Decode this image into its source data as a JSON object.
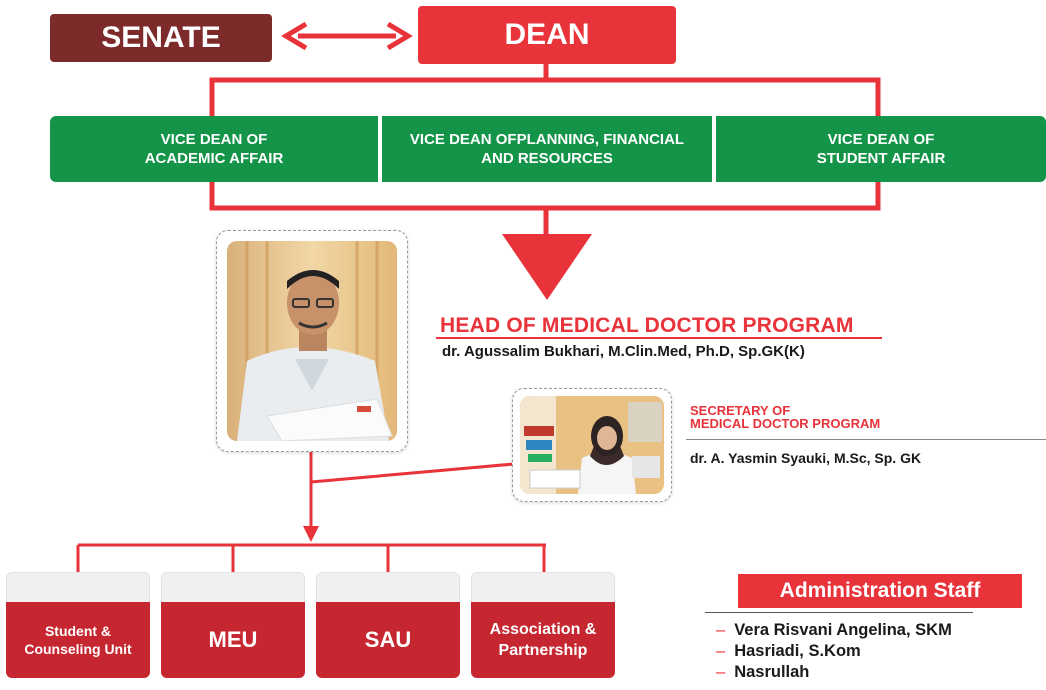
{
  "top": {
    "senate": "SENATE",
    "dean": "DEAN"
  },
  "vice_deans": [
    {
      "line1": "VICE DEAN OF",
      "line2": "ACADEMIC AFFAIR"
    },
    {
      "line1": "VICE DEAN OFPLANNING, FINANCIAL",
      "line2": "AND RESOURCES"
    },
    {
      "line1": "VICE DEAN OF",
      "line2": "STUDENT AFFAIR"
    }
  ],
  "head": {
    "title": "HEAD OF MEDICAL DOCTOR PROGRAM",
    "name": "dr. Agussalim Bukhari, M.Clin.Med, Ph.D, Sp.GK(K)"
  },
  "secretary": {
    "title_line1": "SECRETARY OF",
    "title_line2": "MEDICAL DOCTOR PROGRAM",
    "name": "dr. A. Yasmin Syauki, M.Sc, Sp. GK"
  },
  "units": [
    {
      "line1": "Student &",
      "line2": "Counseling Unit"
    },
    {
      "line1": "MEU",
      "line2": ""
    },
    {
      "line1": "SAU",
      "line2": ""
    },
    {
      "line1": "Association &",
      "line2": "Partnership"
    }
  ],
  "admin": {
    "title": "Administration Staff",
    "staff": [
      "Vera Risvani Angelina, SKM",
      "Hasriadi, S.Kom",
      "Nasrullah"
    ]
  },
  "colors": {
    "red": "#e8333a",
    "dark_red": "#7d2a2a",
    "green": "#149448",
    "unit_red": "#c6262f"
  }
}
